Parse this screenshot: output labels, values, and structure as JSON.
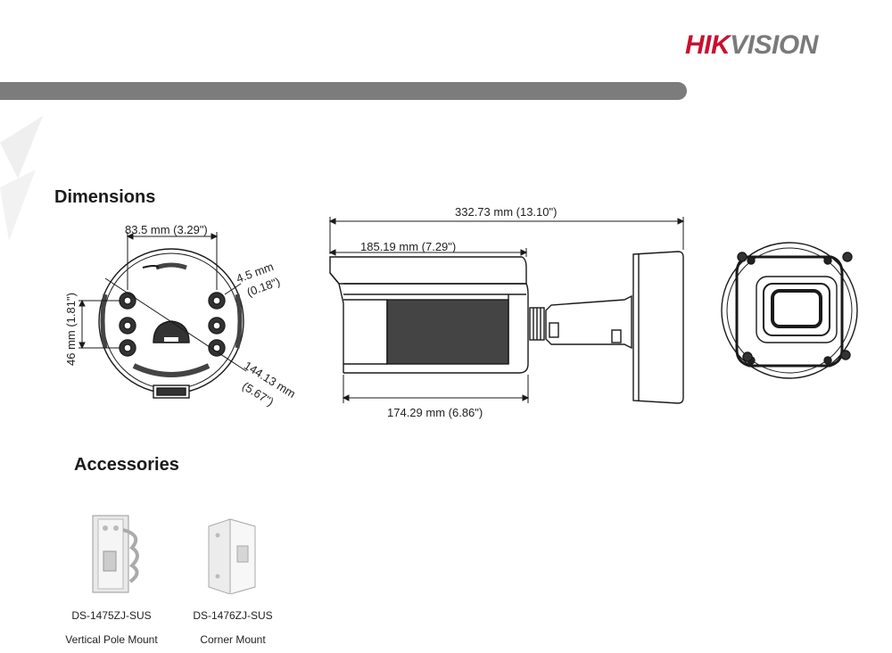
{
  "brand": {
    "logo_hik": "HIK",
    "logo_vision": "VISION"
  },
  "dimensions": {
    "title": "Dimensions",
    "front": {
      "width": "83.5 mm (3.29\")",
      "height": "46 mm (1.81\")",
      "hole": "4.5 mm",
      "hole_in": "(0.18\")",
      "diameter": "144.13 mm",
      "diameter_in": "(5.67\")"
    },
    "side": {
      "total_length": "332.73 mm (13.10\")",
      "body_length": "185.19 mm (7.29\")",
      "bottom_length": "174.29 mm (6.86\")"
    }
  },
  "accessories": {
    "title": "Accessories",
    "items": [
      {
        "model": "DS-1475ZJ-SUS",
        "name": "Vertical Pole Mount"
      },
      {
        "model": "DS-1476ZJ-SUS",
        "name": "Corner Mount"
      }
    ]
  }
}
